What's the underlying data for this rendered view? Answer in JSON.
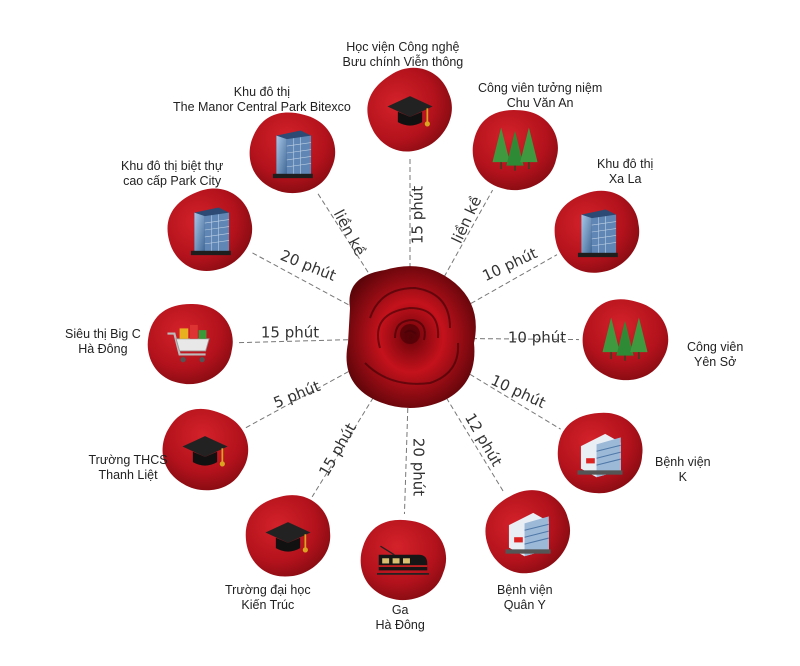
{
  "center": {
    "icon": "rose-icon"
  },
  "nodes": [
    {
      "id": "ptit",
      "l1": "Học viện Công nghệ",
      "l2": "Bưu chính Viễn thông",
      "dist": "15 phút",
      "icon": "graduation-cap-icon"
    },
    {
      "id": "chuvanan",
      "l1": "Công viên tưởng niệm",
      "l2": "Chu Văn An",
      "dist": "liền kề",
      "icon": "trees-icon"
    },
    {
      "id": "xala",
      "l1": "Khu đô thị",
      "l2": "Xa La",
      "dist": "10 phút",
      "icon": "building-icon"
    },
    {
      "id": "yenso",
      "l1": "Công viên",
      "l2": "Yên Sở",
      "dist": "10 phút",
      "icon": "trees-icon"
    },
    {
      "id": "benhvienk",
      "l1": "Bệnh viện",
      "l2": "K",
      "dist": "10 phút",
      "icon": "hospital-icon"
    },
    {
      "id": "quany",
      "l1": "Bệnh viện",
      "l2": "Quân Y",
      "dist": "12 phút",
      "icon": "hospital-icon"
    },
    {
      "id": "gahadong",
      "l1": "Ga",
      "l2": "Hà Đông",
      "dist": "20 phút",
      "icon": "train-icon"
    },
    {
      "id": "kientruc",
      "l1": "Trường đại học",
      "l2": "Kiến Trúc",
      "dist": "15 phút",
      "icon": "graduation-cap-icon"
    },
    {
      "id": "thanhliet",
      "l1": "Trường THCS",
      "l2": "Thanh Liệt",
      "dist": "5 phút",
      "icon": "graduation-cap-icon"
    },
    {
      "id": "bigc",
      "l1": "Siêu thị Big C",
      "l2": "Hà Đông",
      "dist": "15 phút",
      "icon": "shopping-cart-icon"
    },
    {
      "id": "parkcity",
      "l1": "Khu đô thị biệt thự",
      "l2": "cao cấp Park City",
      "dist": "20 phút",
      "icon": "building-icon"
    },
    {
      "id": "manor",
      "l1": "Khu đô thị",
      "l2": "The Manor Central Park Bitexco",
      "dist": "liền kề",
      "icon": "building-icon"
    }
  ],
  "colors": {
    "petal": "#b3121c",
    "petal_dark": "#7d0a10",
    "line": "#777777"
  }
}
